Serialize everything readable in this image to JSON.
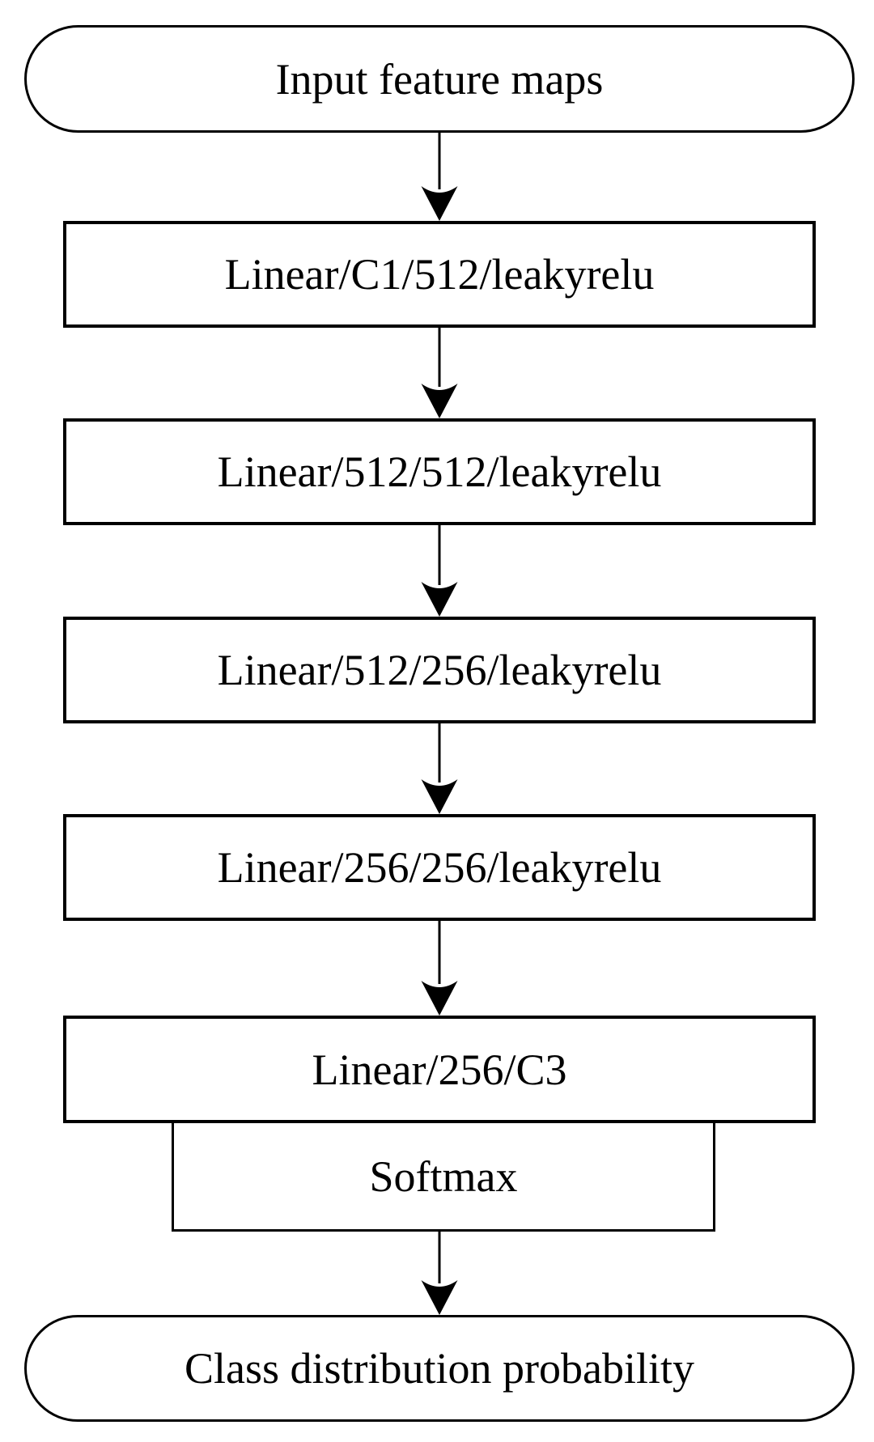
{
  "colors": {
    "background": "#ffffff",
    "stroke": "#000000",
    "text": "#000000"
  },
  "diagram_type": "flowchart",
  "nodes": [
    {
      "id": "input",
      "shape": "terminator",
      "label": "Input feature maps"
    },
    {
      "id": "fc1",
      "shape": "process",
      "label": "Linear/C1/512/leakyrelu"
    },
    {
      "id": "fc2",
      "shape": "process",
      "label": "Linear/512/512/leakyrelu"
    },
    {
      "id": "fc3",
      "shape": "process",
      "label": "Linear/512/256/leakyrelu"
    },
    {
      "id": "fc4",
      "shape": "process",
      "label": "Linear/256/256/leakyrelu"
    },
    {
      "id": "fc5",
      "shape": "process",
      "label": "Linear/256/C3"
    },
    {
      "id": "softmax",
      "shape": "process",
      "label": "Softmax"
    },
    {
      "id": "output",
      "shape": "terminator",
      "label": "Class distribution probability"
    }
  ],
  "edges": [
    {
      "from": "input",
      "to": "fc1",
      "style": "arrow-down"
    },
    {
      "from": "fc1",
      "to": "fc2",
      "style": "arrow-down"
    },
    {
      "from": "fc2",
      "to": "fc3",
      "style": "arrow-down"
    },
    {
      "from": "fc3",
      "to": "fc4",
      "style": "arrow-down"
    },
    {
      "from": "fc4",
      "to": "fc5",
      "style": "arrow-down"
    },
    {
      "from": "fc5",
      "to": "softmax",
      "style": "attached"
    },
    {
      "from": "softmax",
      "to": "output",
      "style": "arrow-down"
    }
  ]
}
